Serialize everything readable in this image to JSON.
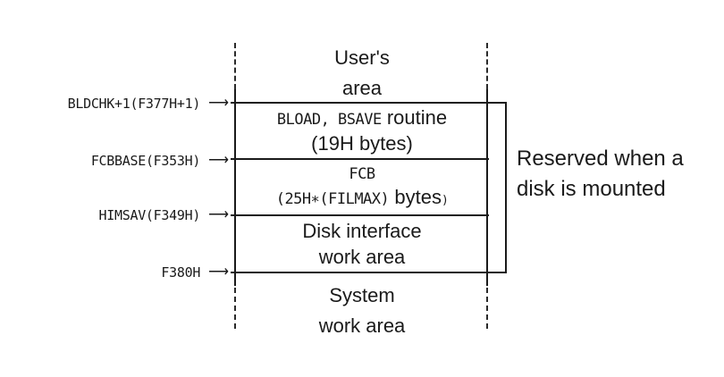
{
  "colors": {
    "ink": "#1a1a1a",
    "background": "#ffffff"
  },
  "memory_map": {
    "arrow": "⟶",
    "user_area": {
      "line1": "User's",
      "line2": "area"
    },
    "system_area": {
      "line1": "System",
      "line2": "work area"
    },
    "left_labels": [
      {
        "text": "BLDCHK+1(F377H+1)"
      },
      {
        "text": "FCBBASE(F353H)"
      },
      {
        "text": "HIMSAV(F349H)"
      },
      {
        "text": "F380H"
      }
    ],
    "sections": [
      {
        "name": "bload-bsave-routine",
        "title_tech": "BLOAD, BSAVE",
        "title_body": " routine",
        "subtitle": "(19H bytes)"
      },
      {
        "name": "fcb",
        "title": "FCB",
        "subtitle_tech": "(25H∗(FILMAX)",
        "subtitle_body": " bytes",
        "subtitle_close": ")"
      },
      {
        "name": "disk-interface-work-area",
        "line1": "Disk interface",
        "line2": "work area"
      }
    ],
    "right_note": {
      "line1": "Reserved when a",
      "line2": "disk is mounted"
    }
  }
}
